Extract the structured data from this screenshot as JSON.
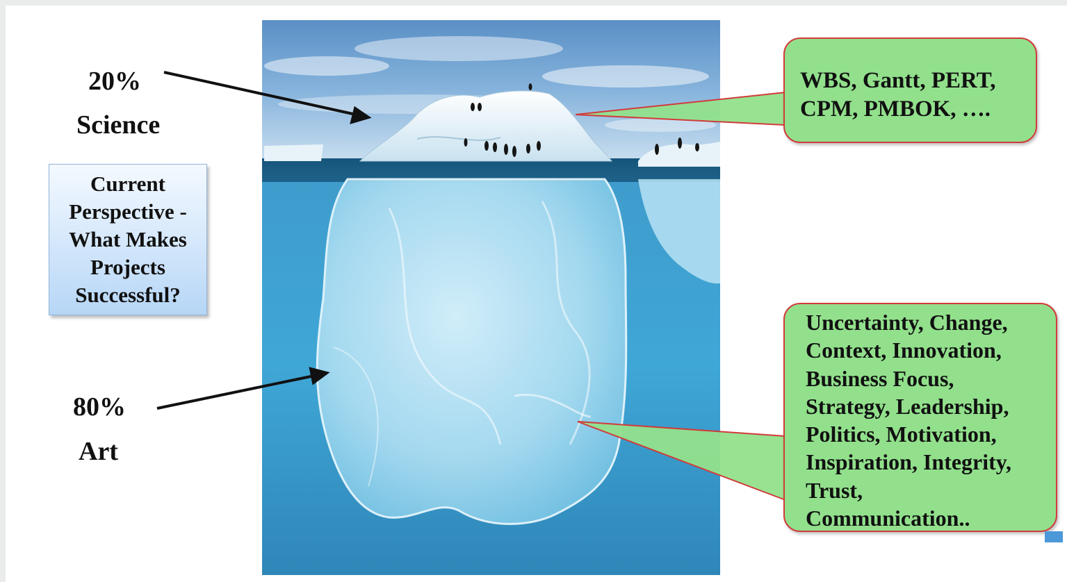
{
  "labels": {
    "top_percent": "20%",
    "top_word": "Science",
    "bottom_percent": "80%",
    "bottom_word": "Art"
  },
  "perspective_box": {
    "lines": [
      "Current",
      "Perspective -",
      "What Makes",
      "Projects",
      "Successful?"
    ]
  },
  "callout_top": {
    "lines": [
      "WBS, Gantt, PERT,",
      "CPM, PMBOK, …."
    ]
  },
  "callout_bottom": {
    "lines": [
      "Uncertainty, Change,",
      "Context, Innovation,",
      "Business Focus,",
      "Strategy, Leadership,",
      "Politics, Motivation,",
      "Inspiration, Integrity,",
      "Trust,",
      "Communication.."
    ]
  },
  "colors": {
    "callout_fill": "#92e08c",
    "callout_border": "#d23a3a",
    "box_fill": "#cfe3f8",
    "water": "#3fa7d6"
  }
}
